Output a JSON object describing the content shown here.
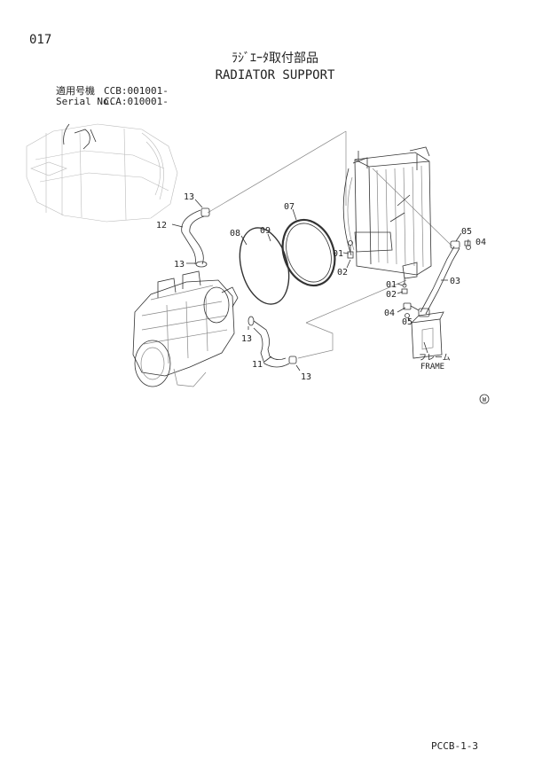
{
  "page_number": "017",
  "title_jp": "ﾗｼﾞｴｰﾀ取付部品",
  "title_en": "RADIATOR SUPPORT",
  "applicability": {
    "label_jp": "適用号機",
    "value_1": "CCB:001001-",
    "label_en": "Serial No.",
    "value_2": "CCA:010001-"
  },
  "callouts": {
    "p13_top": "13",
    "p12": "12",
    "p13_mid": "13",
    "p08": "08",
    "p09": "09",
    "p07": "07",
    "p13_low": "13",
    "p11": "11",
    "p13_bottom": "13",
    "p05_top": "05",
    "p04_top": "04",
    "p01_top": "01",
    "p02_top": "02",
    "p03": "03",
    "p01_low": "01",
    "p02_low": "02",
    "p04_low": "04",
    "p05_low": "05"
  },
  "frame_label_jp": "フレーム",
  "frame_label_en": "FRAME",
  "mark_symbol": "W",
  "footer_code": "PCCB-1-3"
}
